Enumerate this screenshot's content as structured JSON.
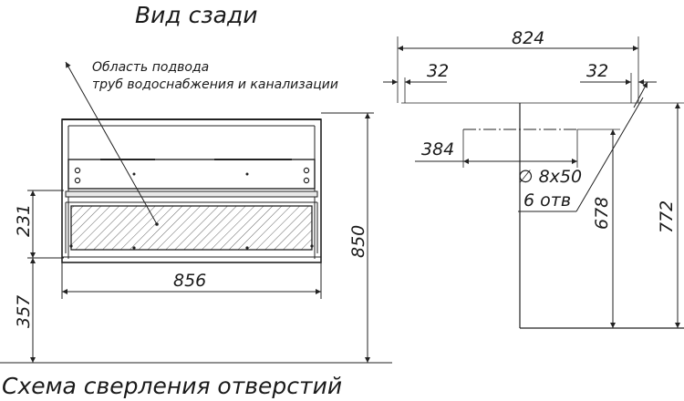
{
  "titles": {
    "rear_view": "Вид сзади",
    "drilling_scheme": "Схема сверления отверстий"
  },
  "annotation": {
    "line1": "Область подвода",
    "line2": "труб водоснабжения и канализации"
  },
  "left_view": {
    "dim_231": "231",
    "dim_357": "357",
    "dim_856": "856",
    "dim_850": "850"
  },
  "right_view": {
    "dim_824": "824",
    "dim_32_left": "32",
    "dim_32_right": "32",
    "dim_384": "384",
    "dim_678": "678",
    "dim_772": "772",
    "hole_spec": "∅ 8x50",
    "hole_count": "6 отв"
  }
}
